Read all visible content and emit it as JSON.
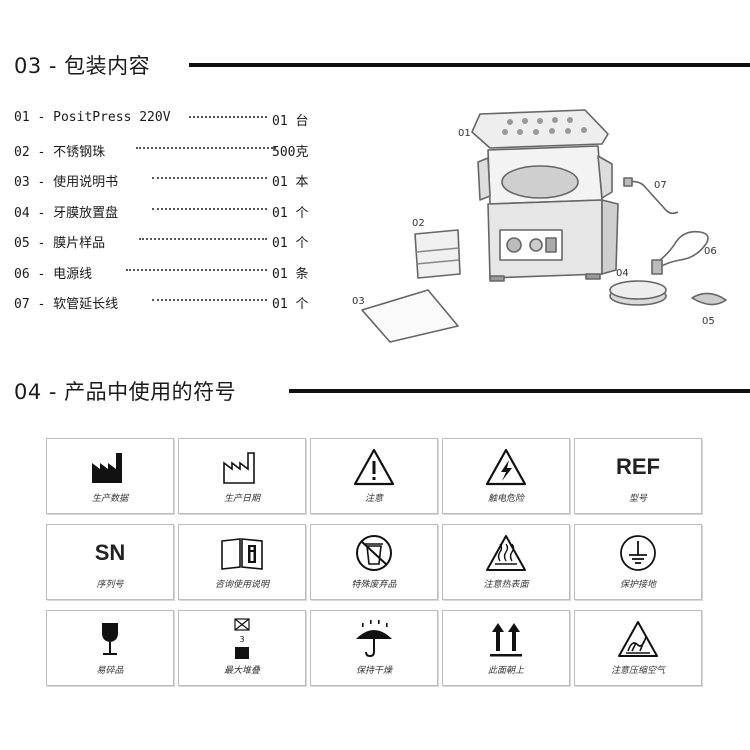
{
  "section_03": {
    "title": "03 - 包装内容"
  },
  "contents": [
    {
      "index": "01",
      "name": "PositPress 220V",
      "qty": "01 台"
    },
    {
      "index": "02",
      "name": "不锈钢珠",
      "qty": "500克"
    },
    {
      "index": "03",
      "name": "使用说明书",
      "qty": "01 本"
    },
    {
      "index": "04",
      "name": "牙膜放置盘",
      "qty": "01 个"
    },
    {
      "index": "05",
      "name": "膜片样品",
      "qty": "01 个"
    },
    {
      "index": "06",
      "name": "电源线",
      "qty": "01 条"
    },
    {
      "index": "07",
      "name": "软管延长线",
      "qty": "01 个"
    }
  ],
  "illustration_callouts": [
    "01",
    "02",
    "03",
    "04",
    "05",
    "06",
    "07"
  ],
  "section_04": {
    "title": "04 - 产品中使用的符号"
  },
  "symbols": [
    {
      "icon": "factory-icon",
      "label": "生产数据"
    },
    {
      "icon": "factory-outline-icon",
      "label": "生产日期"
    },
    {
      "icon": "warning-icon",
      "label": "注意"
    },
    {
      "icon": "electric-shock-icon",
      "label": "触电危险"
    },
    {
      "icon": "ref-icon",
      "text": "REF",
      "label": "型号"
    },
    {
      "icon": "sn-icon",
      "text": "SN",
      "label": "序列号"
    },
    {
      "icon": "manual-icon",
      "label": "咨询使用说明"
    },
    {
      "icon": "disposal-icon",
      "label": "特殊废弃品"
    },
    {
      "icon": "hot-surface-icon",
      "label": "注意热表面"
    },
    {
      "icon": "ground-icon",
      "label": "保护接地"
    },
    {
      "icon": "fragile-icon",
      "label": "易碎品"
    },
    {
      "icon": "stack-limit-icon",
      "text": "3",
      "label": "最大堆叠"
    },
    {
      "icon": "keep-dry-icon",
      "label": "保持干燥"
    },
    {
      "icon": "this-way-up-icon",
      "label": "此面朝上"
    },
    {
      "icon": "compressed-air-icon",
      "label": "注意压缩空气"
    }
  ]
}
